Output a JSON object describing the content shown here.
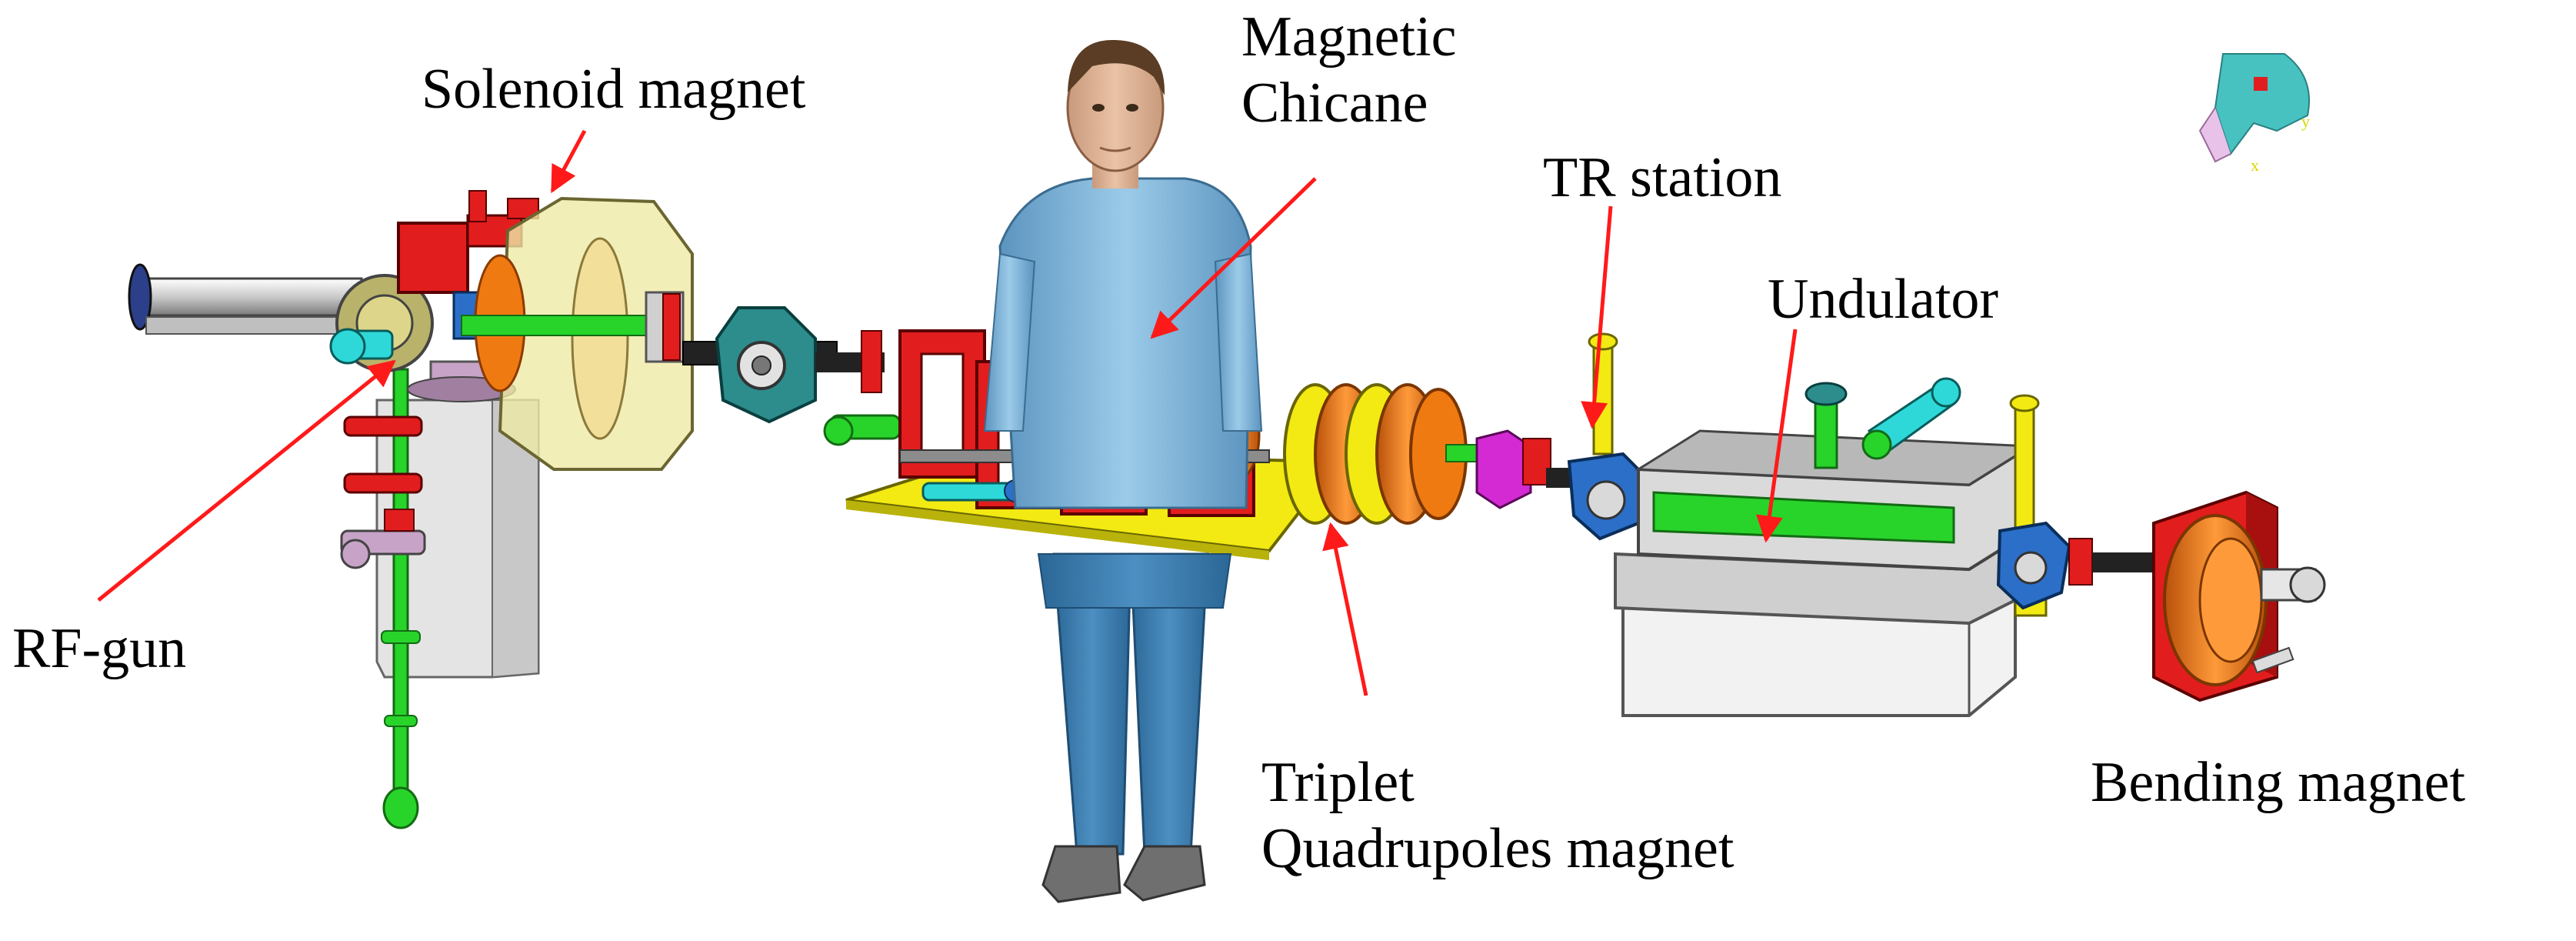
{
  "labels": {
    "solenoid": "Solenoid magnet",
    "magnetic_line1": "Magnetic",
    "magnetic_line2": "Chicane",
    "tr_station": "TR station",
    "undulator": "Undulator",
    "rf_gun": "RF-gun",
    "triplet_line1": "Triplet",
    "triplet_line2": "Quadrupoles magnet",
    "bending": "Bending magnet"
  },
  "colors": {
    "arrow": "#ff1a1a",
    "magnet_red": "#e21d1d",
    "coil_orange": "#f07a12",
    "yellow": "#f2ea12",
    "green": "#28d42a",
    "cyan": "#2fd8d8",
    "blue": "#2b6fc9",
    "steel_blue": "#6f9bb8",
    "grey": "#d9d9d9",
    "figure_shirt": "#7fb4d8",
    "figure_pants": "#3f80b3"
  },
  "axis_glyph": {
    "x": "x",
    "y": "y"
  }
}
